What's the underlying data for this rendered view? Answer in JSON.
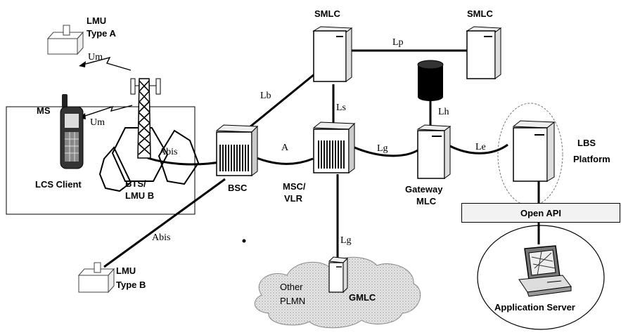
{
  "nodes": {
    "lmu_a_title": "LMU",
    "lmu_a_type": "Type A",
    "ms": "MS",
    "lcs_client": "LCS Client",
    "bts_line1": "BTS/",
    "bts_line2": "LMU B",
    "bsc": "BSC",
    "msc_line1": "MSC/",
    "msc_line2": "VLR",
    "smlc_1": "SMLC",
    "smlc_2": "SMLC",
    "gateway_line1": "Gateway",
    "gateway_line2": "MLC",
    "lbs_line1": "LBS",
    "lbs_line2": "Platform",
    "open_api": "Open API",
    "app_server": "Application Server",
    "lmu_b_title": "LMU",
    "lmu_b_type": "Type B",
    "other_line1": "Other",
    "other_line2": "PLMN",
    "gmlc": "GMLC"
  },
  "interfaces": {
    "um_top": "Um",
    "um_ms": "Um",
    "abis_top": "Abis",
    "abis_bottom": "Abis",
    "a": "A",
    "lb": "Lb",
    "ls": "Ls",
    "lp": "Lp",
    "lh": "Lh",
    "lg_gw": "Lg",
    "lg_gmlc": "Lg",
    "le": "Le"
  }
}
